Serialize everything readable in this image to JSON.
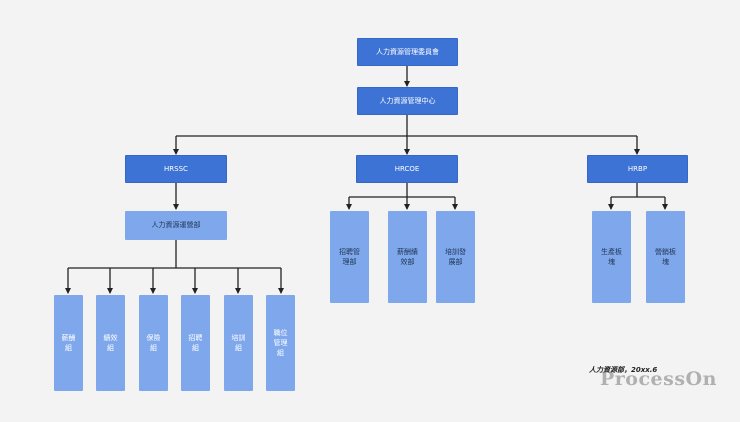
{
  "colors": {
    "primary_node": "#3e73d6",
    "secondary_node": "#7fa8ec",
    "connector": "#222222",
    "background": "#f3f3f3"
  },
  "org": {
    "committee": "人力資源管理委員會",
    "center": "人力資源管理中心",
    "hrssc": "HRSSC",
    "hrcoe": "HRCOE",
    "hrbp": "HRBP",
    "ops_dept": "人力資源運營部",
    "ssc_groups": [
      [
        "薪酬",
        "組"
      ],
      [
        "績效",
        "組"
      ],
      [
        "保險",
        "組"
      ],
      [
        "招聘",
        "組"
      ],
      [
        "培訓",
        "組"
      ],
      [
        "職位",
        "管理",
        "組"
      ]
    ],
    "coe_depts": [
      [
        "招聘管",
        "理部"
      ],
      [
        "薪酬績",
        "效部"
      ],
      [
        "培訓發",
        "展部"
      ]
    ],
    "bp_units": [
      [
        "生產板",
        "塊"
      ],
      [
        "營銷板",
        "塊"
      ]
    ]
  },
  "footer": {
    "note": "人力資源部，20xx.6",
    "watermark": "ProcessOn"
  }
}
